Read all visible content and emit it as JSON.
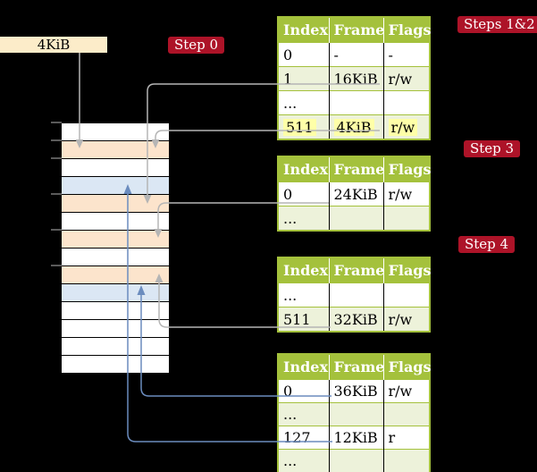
{
  "free_frame_box": {
    "label": "4KiB"
  },
  "badges": {
    "step0": "Step 0",
    "steps_1_2": "Steps 1&2",
    "step3": "Step 3",
    "step4": "Step 4"
  },
  "colors": {
    "background": "#000000",
    "badge_red": "#ad1328",
    "table_header_green": "#a4c13c",
    "table_border_green": "#a4c13c",
    "table_row_shaded_green": "#edf2da",
    "highlight_yellow": "#feffa8",
    "free_frame_cream": "#fcecc9",
    "stack_row_white": "#ffffff",
    "stack_row_peach": "#fce4cc",
    "stack_row_blue": "#dbe7f4",
    "connector_gray": "#b5b5b5",
    "connector_blue": "#6b8cbe"
  },
  "memory_stack": {
    "rows": [
      {
        "color": "#ffffff"
      },
      {
        "color": "#fce4cc"
      },
      {
        "color": "#ffffff"
      },
      {
        "color": "#dbe7f4"
      },
      {
        "color": "#fce4cc"
      },
      {
        "color": "#ffffff"
      },
      {
        "color": "#fce4cc"
      },
      {
        "color": "#ffffff"
      },
      {
        "color": "#fce4cc"
      },
      {
        "color": "#dbe7f4"
      },
      {
        "color": "#ffffff"
      },
      {
        "color": "#ffffff"
      },
      {
        "color": "#ffffff"
      },
      {
        "color": "#ffffff"
      }
    ]
  },
  "page_tables": [
    {
      "headers": [
        "Index",
        "Frame",
        "Flags"
      ],
      "rows": [
        {
          "index": "0",
          "frame": "-",
          "flags": "-"
        },
        {
          "index": "1",
          "frame": "16KiB",
          "flags": "r/w"
        },
        {
          "index": "...",
          "frame": "",
          "flags": ""
        },
        {
          "index": "511",
          "frame": "4KiB",
          "flags": "r/w"
        }
      ]
    },
    {
      "headers": [
        "Index",
        "Frame",
        "Flags"
      ],
      "rows": [
        {
          "index": "0",
          "frame": "24KiB",
          "flags": "r/w"
        },
        {
          "index": "...",
          "frame": "",
          "flags": ""
        }
      ]
    },
    {
      "headers": [
        "Index",
        "Frame",
        "Flags"
      ],
      "rows": [
        {
          "index": "...",
          "frame": "",
          "flags": ""
        },
        {
          "index": "511",
          "frame": "32KiB",
          "flags": "r/w"
        }
      ]
    },
    {
      "headers": [
        "Index",
        "Frame",
        "Flags"
      ],
      "rows": [
        {
          "index": "0",
          "frame": "36KiB",
          "flags": "r/w"
        },
        {
          "index": "...",
          "frame": "",
          "flags": ""
        },
        {
          "index": "127",
          "frame": "12KiB",
          "flags": "r"
        },
        {
          "index": "...",
          "frame": "",
          "flags": ""
        }
      ]
    }
  ]
}
